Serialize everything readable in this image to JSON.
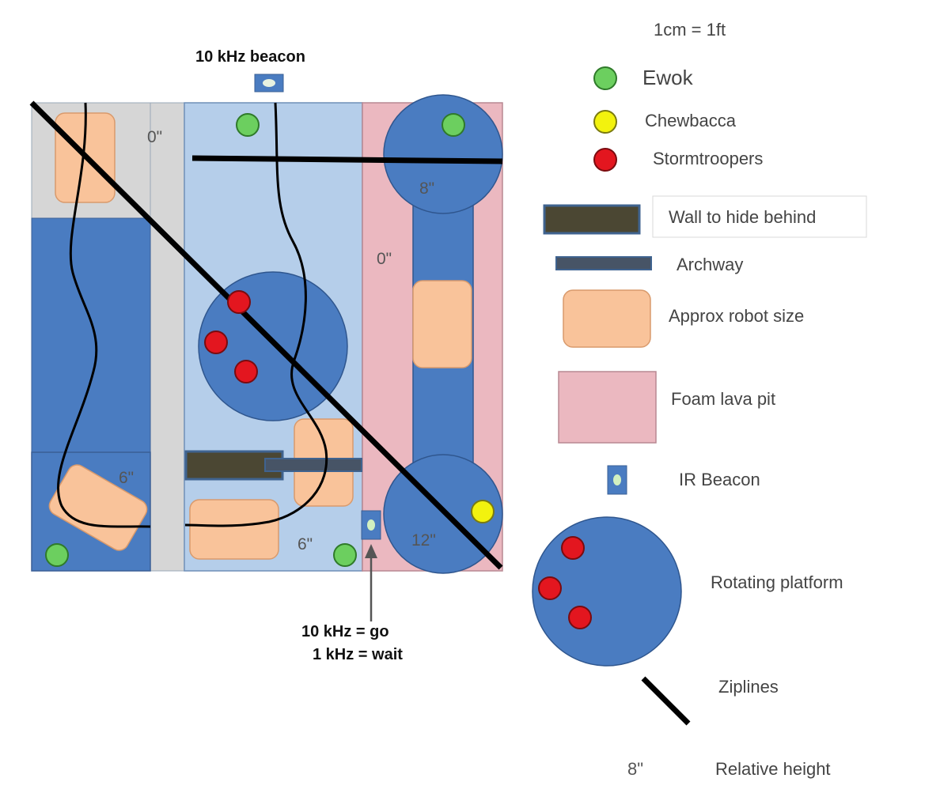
{
  "scale_note": "1cm = 1ft",
  "top_beacon_label": "10 kHz beacon",
  "signal_note": {
    "line1": "10 kHz = go",
    "line2": "1 kHz = wait"
  },
  "heights": {
    "gray_top": "0\"",
    "pink_mid": "0\"",
    "top_platform": "8\"",
    "left_lower": "6\"",
    "center_lower": "6\"",
    "bottom_platform": "12\""
  },
  "legend": {
    "ewok": "Ewok",
    "chewbacca": "Chewbacca",
    "stormtroopers": "Stormtroopers",
    "wall": "Wall to hide behind",
    "archway": "Archway",
    "robot": "Approx robot size",
    "lava": "Foam lava pit",
    "ir_beacon": "IR Beacon",
    "platform": "Rotating platform",
    "ziplines": "Ziplines",
    "height_sample": "8\"",
    "height": "Relative height"
  },
  "colors": {
    "arena_blue": "#4a7cc1",
    "light_blue": "#b5ceea",
    "gray_floor": "#d6d6d6",
    "lava_pink": "#ebb8c0",
    "robot_orange": "#f9c39a",
    "ewok_green": "#6ccf5f",
    "chewbacca_yellow": "#f2f20e",
    "stormtrooper_red": "#e3161f",
    "wall_dark": "#4b4733"
  }
}
